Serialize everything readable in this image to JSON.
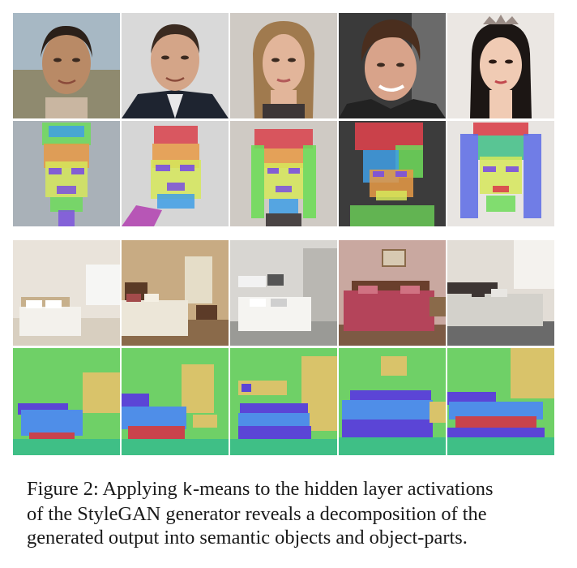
{
  "figure": {
    "caption_label": "Figure 2:",
    "caption_line1_pre": "Applying ",
    "caption_code": "k",
    "caption_line1_post": "-means to the hidden layer activations",
    "caption_line2": "of the StyleGAN generator reveals a decomposition of the",
    "caption_line3": "generated output into semantic objects and object-parts."
  },
  "segment_colors": {
    "face_blue": "#3f9fe6",
    "face_yellow": "#d6e85a",
    "face_green": "#6fdc5a",
    "face_purple": "#7a4fe0",
    "face_red": "#d9414b",
    "face_orange": "#e79a45",
    "room_green": "#6fd067",
    "room_yellow": "#d9c36a",
    "room_blue": "#4f8ee8",
    "room_purple": "#5b45d6",
    "room_red": "#c9434c",
    "room_teal": "#3fbf86"
  }
}
